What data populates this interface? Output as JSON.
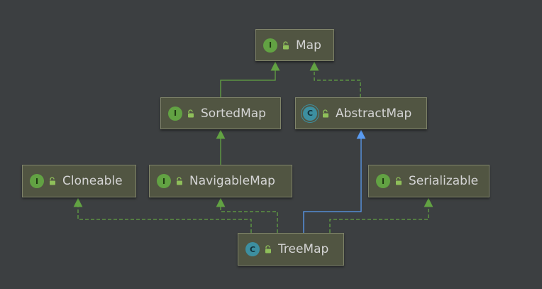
{
  "diagram": {
    "nodes": [
      {
        "id": "map",
        "label": "Map",
        "kind": "interface",
        "kind_letter": "I"
      },
      {
        "id": "sortedmap",
        "label": "SortedMap",
        "kind": "interface",
        "kind_letter": "I"
      },
      {
        "id": "abstractmap",
        "label": "AbstractMap",
        "kind": "abstract",
        "kind_letter": "C"
      },
      {
        "id": "cloneable",
        "label": "Cloneable",
        "kind": "interface",
        "kind_letter": "I"
      },
      {
        "id": "navigablemap",
        "label": "NavigableMap",
        "kind": "interface",
        "kind_letter": "I"
      },
      {
        "id": "serializable",
        "label": "Serializable",
        "kind": "interface",
        "kind_letter": "I"
      },
      {
        "id": "treemap",
        "label": "TreeMap",
        "kind": "class",
        "kind_letter": "C"
      }
    ],
    "edges": [
      {
        "from": "sortedmap",
        "to": "map",
        "type": "extends"
      },
      {
        "from": "abstractmap",
        "to": "map",
        "type": "implements"
      },
      {
        "from": "navigablemap",
        "to": "sortedmap",
        "type": "extends"
      },
      {
        "from": "treemap",
        "to": "abstractmap",
        "type": "extends"
      },
      {
        "from": "treemap",
        "to": "cloneable",
        "type": "implements"
      },
      {
        "from": "treemap",
        "to": "navigablemap",
        "type": "implements"
      },
      {
        "from": "treemap",
        "to": "serializable",
        "type": "implements"
      }
    ],
    "colors": {
      "background": "#3c3f41",
      "node_fill": "#515542",
      "interface_icon": "#62a243",
      "class_icon": "#3d8fa0",
      "extends_interface_edge": "#62a243",
      "implements_edge": "#62a243",
      "extends_class_edge": "#5a9bf0",
      "lock_icon": "#8fbf5a"
    }
  }
}
